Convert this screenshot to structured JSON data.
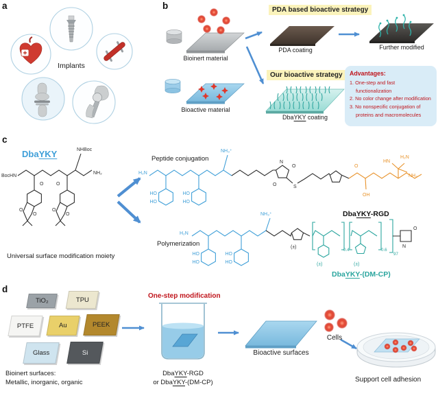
{
  "colors": {
    "arrow_blue": "#4f8fd2",
    "dba_blue": "#3f9fd8",
    "teal": "#2aa59e",
    "orange": "#e8922a",
    "red_text": "#c0151c",
    "yellow_highlight": "#fbf3bb",
    "advantages_bg": "#d9ecf7"
  },
  "panels": {
    "a": "a",
    "b": "b",
    "c": "c",
    "d": "d"
  },
  "panel_a": {
    "center_label": "Implants"
  },
  "panel_b": {
    "bioinert_label": "Bioinert material",
    "bioactive_label": "Bioactive material",
    "pda_strategy_label": "PDA based bioactive strategy",
    "pda_coating_label": "PDA coating",
    "further_modified_label": "Further modified",
    "our_strategy_label": "Our bioactive strategy",
    "coating_name": {
      "pre": "Dba",
      "u": "YKY",
      "post": " coating"
    },
    "advantages": {
      "title": "Advantages:",
      "item1": "1. One-step and fast functionalization",
      "item2": "2. No color change after modification",
      "item3": "3. No nonspecific conjugation of proteins and macromolecules"
    }
  },
  "panel_c": {
    "molecule_name": {
      "pre": "Dba",
      "u": "YKY"
    },
    "moiety_caption": "Universal surface modification moiety",
    "peptide_conjugation_label": "Peptide conjugation",
    "polymerization_label": "Polymerization",
    "rgd_name": {
      "pre": "Dba",
      "u": "YKY",
      "post": "-RGD"
    },
    "dmcp_name": {
      "pre": "Dba",
      "u": "YKY",
      "post": "-(DM-CP)"
    },
    "atoms": {
      "bochn": "BocHN",
      "nhboc": "NHBoc",
      "nh2": "NH₂",
      "h2n": "H₂N",
      "nh3": "NH₃⁺",
      "ho": "HO",
      "oh": "OH",
      "o": "O",
      "n": "N",
      "s": "S",
      "hn": "HN",
      "racemic": "(±)",
      "sub_04": "0.4",
      "sub_06": "0.6",
      "sub_97": "97"
    }
  },
  "panel_d": {
    "materials": [
      {
        "name": "TiO₂",
        "color": "#9ba2a7"
      },
      {
        "name": "TPU",
        "color": "#ece7cf"
      },
      {
        "name": "PTFE",
        "color": "#f5f5f3"
      },
      {
        "name": "Au",
        "color": "#e9d06a"
      },
      {
        "name": "PEEK",
        "color": "#b3882d"
      },
      {
        "name": "Glass",
        "color": "#cfe4ef"
      },
      {
        "name": "Si",
        "color": "#54585c"
      }
    ],
    "bioinert_caption_line1": "Bioinert surfaces:",
    "bioinert_caption_line2": "Metallic, inorganic, organic",
    "one_step_label": "One-step modification",
    "beaker_name_1": {
      "pre": "Dba",
      "u": "YKY",
      "post": "-RGD"
    },
    "beaker_name_2": {
      "pre": "or Dba",
      "u": "YKY",
      "post": "-(DM-CP)"
    },
    "bioactive_surfaces_label": "Bioactive surfaces",
    "cells_label": "Cells",
    "support_label": "Support cell adhesion"
  }
}
